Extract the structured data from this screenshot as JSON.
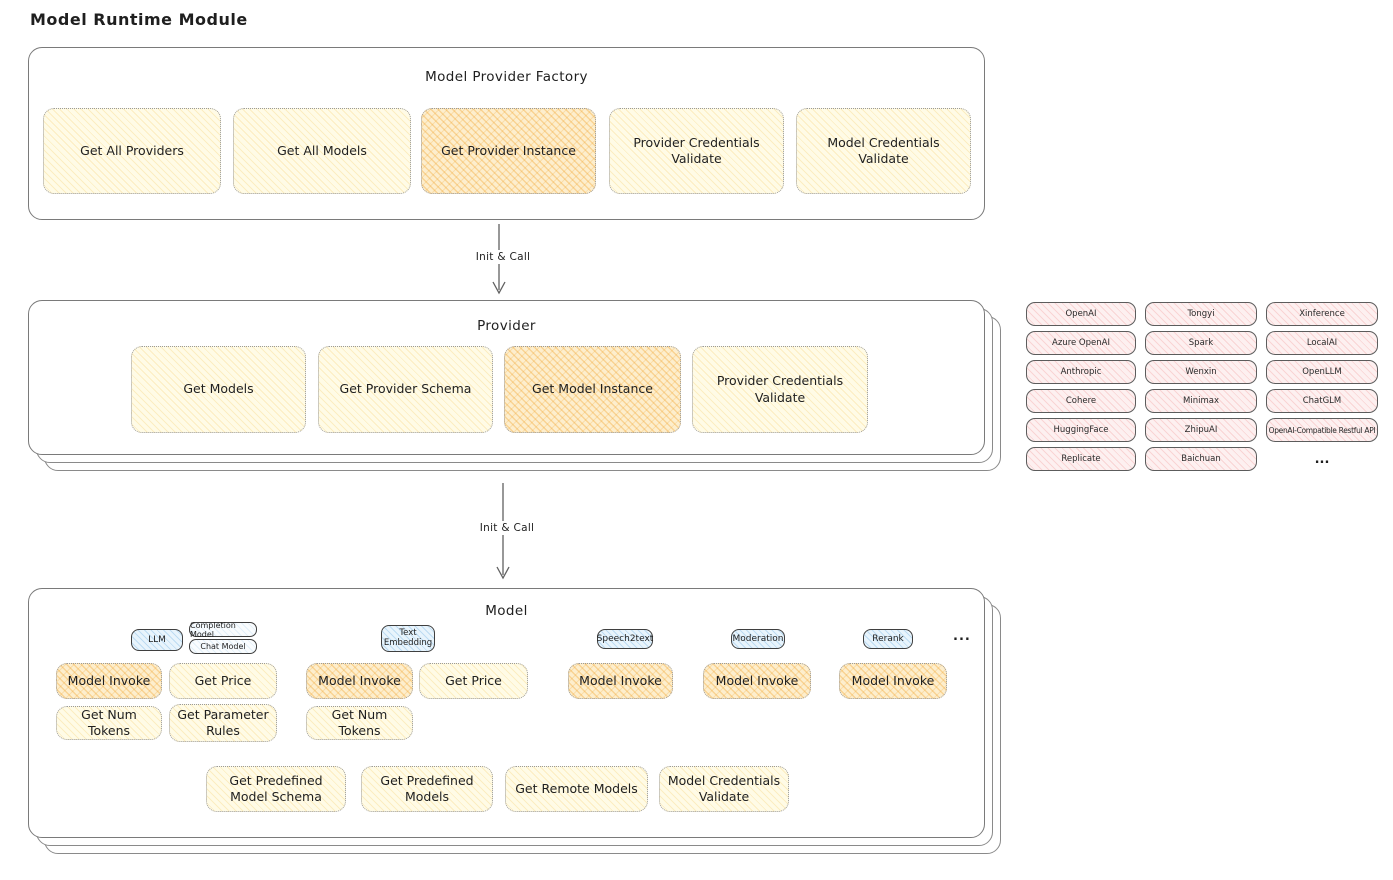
{
  "title": "Model Runtime Module",
  "colors": {
    "yellow": "#fff9db",
    "orange": "#ffd8a8",
    "pink": "#ffe3e3",
    "blue": "#d0ebff",
    "border": "#7a7a7a"
  },
  "arrow1_label": "Init & Call",
  "arrow2_label": "Init & Call",
  "factory": {
    "title": "Model Provider Factory",
    "boxes": [
      {
        "label": "Get All Providers"
      },
      {
        "label": "Get All Models"
      },
      {
        "label": "Get Provider Instance"
      },
      {
        "label": "Provider Credentials Validate"
      },
      {
        "label": "Model Credentials Validate"
      }
    ]
  },
  "provider": {
    "title": "Provider",
    "boxes": [
      {
        "label": "Get Models"
      },
      {
        "label": "Get Provider Schema"
      },
      {
        "label": "Get Model Instance"
      },
      {
        "label": "Provider Credentials Validate"
      }
    ]
  },
  "providers_list": {
    "items": [
      "OpenAI",
      "Tongyi",
      "Xinference",
      "Azure OpenAI",
      "Spark",
      "LocalAI",
      "Anthropic",
      "Wenxin",
      "OpenLLM",
      "Cohere",
      "Minimax",
      "ChatGLM",
      "HuggingFace",
      "ZhipuAI",
      "OpenAI-Compatible Restful API",
      "Replicate",
      "Baichuan"
    ],
    "more": "..."
  },
  "model": {
    "title": "Model",
    "tags": {
      "llm": "LLM",
      "completion": "Completion Model",
      "chat": "Chat Model",
      "text_embedding": "Text Embedding",
      "speech2text": "Speech2text",
      "moderation": "Moderation",
      "rerank": "Rerank",
      "more": "..."
    },
    "llm_boxes": {
      "invoke": "Model Invoke",
      "price": "Get Price",
      "tokens": "Get Num Tokens",
      "rules": "Get Parameter Rules"
    },
    "embedding_boxes": {
      "invoke": "Model Invoke",
      "price": "Get Price",
      "tokens": "Get Num Tokens"
    },
    "speech_invoke": "Model Invoke",
    "moderation_invoke": "Model Invoke",
    "rerank_invoke": "Model Invoke",
    "bottom_boxes": [
      {
        "label": "Get Predefined Model Schema"
      },
      {
        "label": "Get Predefined Models"
      },
      {
        "label": "Get Remote Models"
      },
      {
        "label": "Model Credentials Validate"
      }
    ]
  }
}
